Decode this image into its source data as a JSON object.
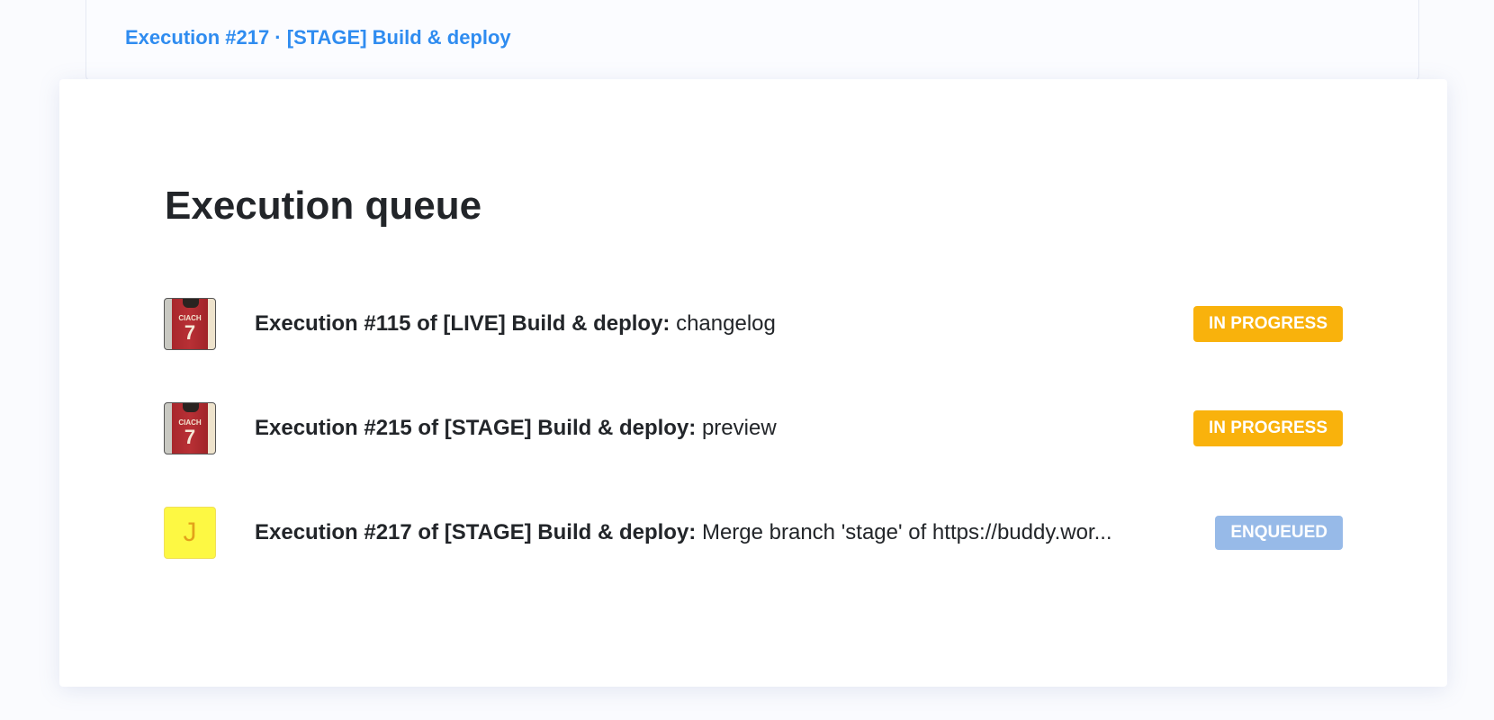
{
  "header": {
    "title": "Execution #217 · [STAGE] Build & deploy"
  },
  "modal": {
    "heading": "Execution queue",
    "items": [
      {
        "avatar": {
          "type": "photo",
          "text": "CIACH",
          "number": "7"
        },
        "title": "Execution #115 of [LIVE] Build & deploy:",
        "message": "changelog",
        "status": "IN PROGRESS",
        "status_color": "#f9b20c"
      },
      {
        "avatar": {
          "type": "photo",
          "text": "CIACH",
          "number": "7"
        },
        "title": "Execution #215 of [STAGE] Build & deploy:",
        "message": "preview",
        "status": "IN PROGRESS",
        "status_color": "#f9b20c"
      },
      {
        "avatar": {
          "type": "letter",
          "letter": "J"
        },
        "title": "Execution #217 of [STAGE] Build & deploy:",
        "message": "Merge branch 'stage' of https://buddy.wor...",
        "status": "ENQUEUED",
        "status_color": "#97bae8"
      }
    ]
  }
}
